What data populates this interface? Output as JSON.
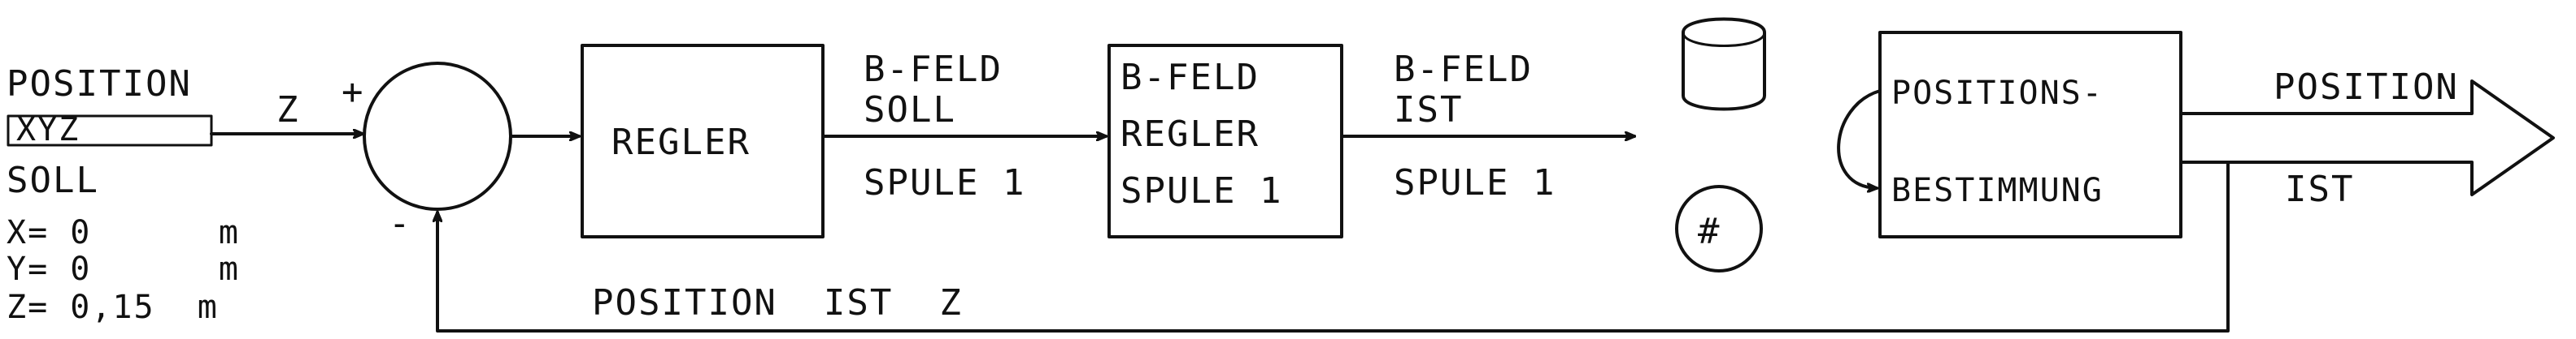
{
  "setpoint": {
    "title": "POSITION",
    "field": "XYZ",
    "subtitle": "SOLL",
    "x_line": "X= 0      m",
    "y_line": "Y= 0      m",
    "z_line": "Z= 0,15  m"
  },
  "summing": {
    "input_label": "Z",
    "plus": "+",
    "minus": "-"
  },
  "regler": {
    "label": "REGLER"
  },
  "bfeld_soll": {
    "line1": "B-FELD",
    "line2": "SOLL",
    "line3": "SPULE 1"
  },
  "bfeld_regler": {
    "line1": "B-FELD",
    "line2": "REGLER",
    "line3": "SPULE 1"
  },
  "bfeld_ist": {
    "line1": "B-FELD",
    "line2": "IST",
    "line3": "SPULE 1"
  },
  "plant": {
    "symbol": "#"
  },
  "positionsbestimmung": {
    "line1": "POSITIONS-",
    "line2": "BESTIMMUNG"
  },
  "output": {
    "line1": "POSITION",
    "line2": "IST"
  },
  "feedback": {
    "label": "POSITION  IST  Z"
  }
}
